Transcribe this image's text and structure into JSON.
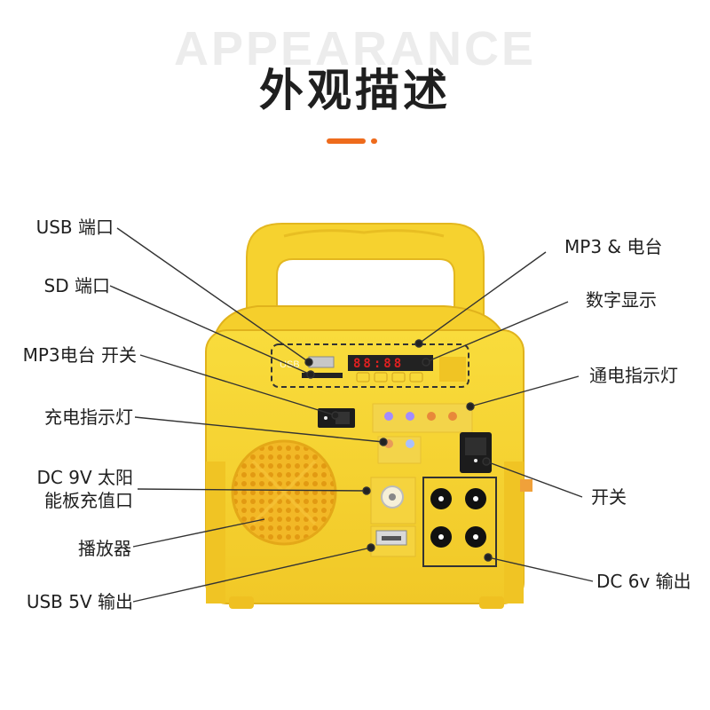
{
  "header": {
    "background_title": "APPEARANCE",
    "title": "外观描述"
  },
  "colors": {
    "accent": "#ee6b1c",
    "device_body": "#f6d22f",
    "device_shade": "#e8b61e",
    "line": "#333333"
  },
  "labels": {
    "usb_port": "USB 端口",
    "sd_port": "SD 端口",
    "mp3_radio_switch": "MP3电台 开关",
    "charge_indicator": "充电指示灯",
    "dc9v_solar_line1": "DC 9V 太阳",
    "dc9v_solar_line2": "能板充值口",
    "speaker": "播放器",
    "usb5v_output": "USB 5V 输出",
    "mp3_radio": "MP3 & 电台",
    "digital_display": "数字显示",
    "power_indicator": "通电指示灯",
    "power_switch": "开关",
    "dc6v_output": "DC 6v 输出"
  },
  "device_text": {
    "display_digits": "88:88"
  }
}
